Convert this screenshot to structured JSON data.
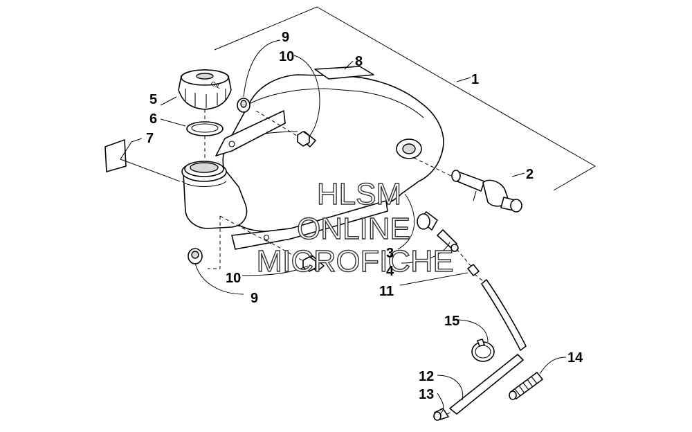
{
  "callouts": {
    "c1": "1",
    "c2": "2",
    "c3": "3",
    "c4": "4",
    "c5": "5",
    "c6": "6",
    "c7": "7",
    "c8": "8",
    "c9_top": "9",
    "c9_bottom": "9",
    "c10_top": "10",
    "c10_bottom": "10",
    "c11": "11",
    "c12": "12",
    "c13": "13",
    "c14": "14",
    "c15": "15"
  },
  "watermark": {
    "line1": "HLSM",
    "line2": "ONLINE",
    "line3": "MICROFICHE"
  },
  "cap_text": "OIL"
}
